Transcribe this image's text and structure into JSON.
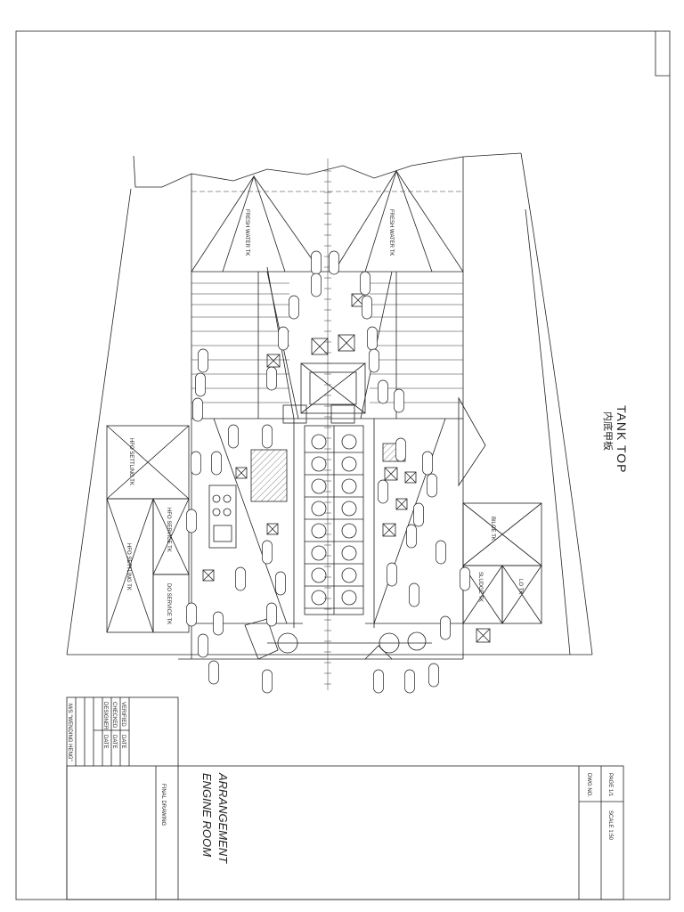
{
  "drawing": {
    "view_title": "TANK TOP",
    "view_title_cn": "内底甲板",
    "tanks": {
      "fw_port": "FRESH WATER TK",
      "fw_stbd": "FRESH WATER TK",
      "hfo_settling_1": "HFO SETTLING TK",
      "hfo_settling_2": "HFO SETTLING TK",
      "hfo_service": "HFO SERVICE TK",
      "do_service": "DO SERVICE TK",
      "bilge": "BILGE TK",
      "sludge": "SLUDGE TK",
      "lo": "LO TK"
    }
  },
  "title_block": {
    "vessel": "M/S \"WENDING HENG\"",
    "designer_label": "DESIGNER",
    "checker_label": "CHECKED",
    "verifier_label": "VERIFIED",
    "date_label": "DATE",
    "status": "FINAL DRAWING",
    "title_line1": "ENGINE ROOM",
    "title_line2": "ARRANGEMENT",
    "dwg_no_label": "DWG NO.",
    "page": "PAGE 1/1",
    "scale": "SCALE 1:50"
  },
  "colors": {
    "line": "#222222",
    "paper": "#ffffff"
  }
}
